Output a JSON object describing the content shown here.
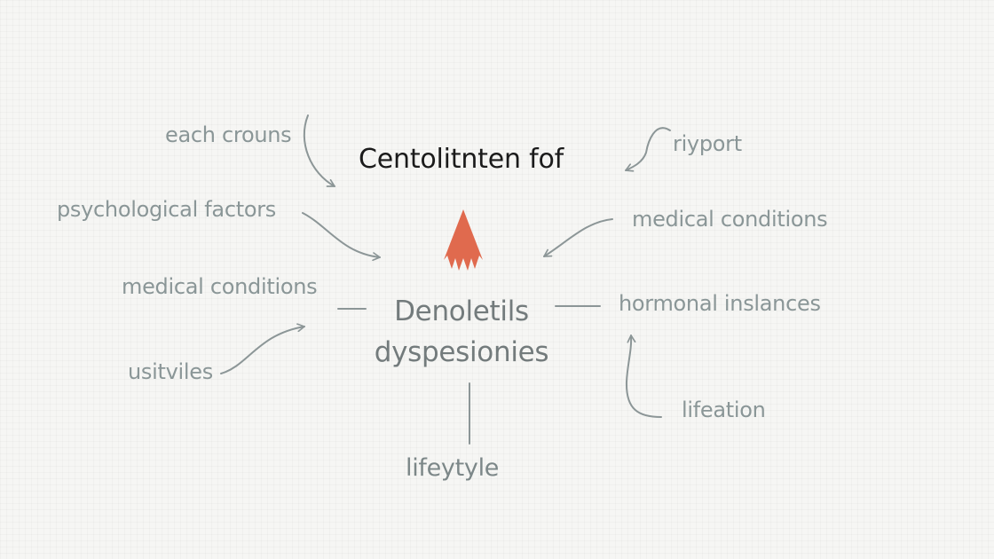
{
  "title": "Centolitnten fof",
  "center": {
    "line1": "Denoletils",
    "line2": "dyspesionies"
  },
  "labels": {
    "each_crouns": "each crouns",
    "riyport": "riyport",
    "psychological_factors": "psychological factors",
    "medical_conditions_left": "medical conditions",
    "medical_conditions_right": "medical conditions",
    "hormonal_inslances": "hormonal inslances",
    "usitviles": "usitviles",
    "lifeation": "lifeation",
    "lifeytyle": "lifeytyle"
  },
  "colors": {
    "accent": "#e06a4e",
    "line": "#8c9697",
    "text": "#8a9697"
  },
  "icons": [
    "up-arrow-icon"
  ]
}
